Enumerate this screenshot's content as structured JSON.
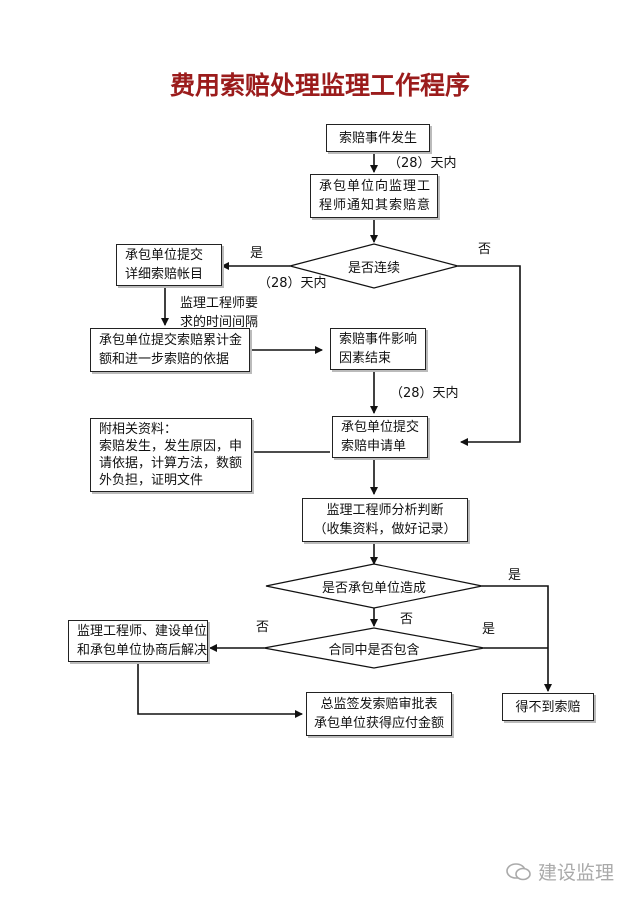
{
  "title": "费用索赔处理监理工作程序",
  "boxes": {
    "event": "索赔事件发生",
    "notify": [
      "承包单位向监理工",
      "程师通知其索赔意"
    ],
    "detail": [
      "承包单位提交",
      "详细索赔帐目"
    ],
    "cumulative": [
      "承包单位提交索赔累计金",
      "额和进一步索赔的依据"
    ],
    "impact_end": [
      "索赔事件影响",
      "因素结束"
    ],
    "attach": [
      "附相关资料：",
      "索赔发生，发生原因，申",
      "请依据，计算方法，数额",
      "外负担，证明文件"
    ],
    "claim_form": [
      "承包单位提交",
      "索赔申请单"
    ],
    "analyze": [
      "监理工程师分析判断",
      "（收集资料，做好记录）"
    ],
    "negotiate": [
      "监理工程师、建设单位",
      "和承包单位协商后解决"
    ],
    "approve": [
      "总监签发索赔审批表",
      "承包单位获得应付金额"
    ],
    "no_claim": "得不到索赔"
  },
  "diamonds": {
    "continuous": "是否连续",
    "caused_by_contractor": "是否承包单位造成",
    "in_contract": "合同中是否包含"
  },
  "labels": {
    "days28_1": "（28）天内",
    "days28_2": "（28）天内",
    "days28_3": "（28）天内",
    "yes_1": "是",
    "no_1": "否",
    "engineer_req": [
      "监理工程师要",
      "求的时间间隔"
    ],
    "yes_2": "是",
    "no_2": "否",
    "no_3": "否",
    "yes_3": "是"
  },
  "watermark": "建设监理"
}
